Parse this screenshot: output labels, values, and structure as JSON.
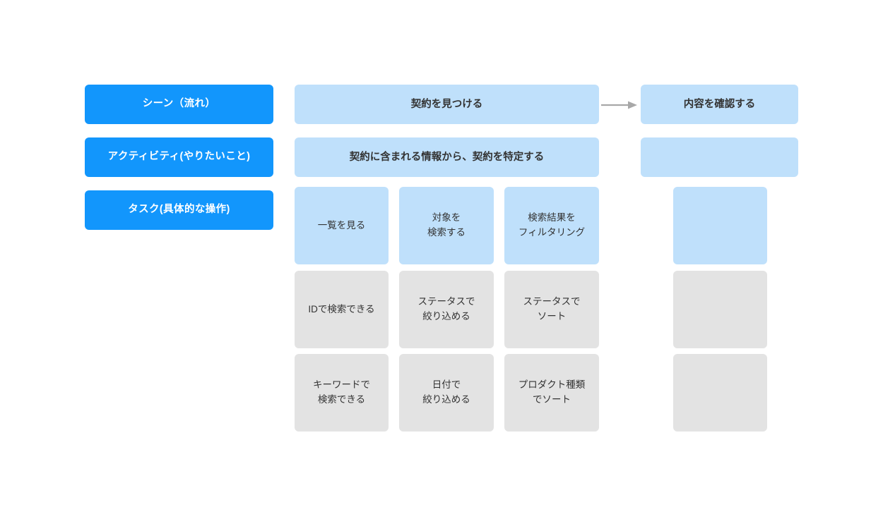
{
  "theme": {
    "background": "#ffffff",
    "label_blue": "#1296fc",
    "card_blue": "#bfe0fb",
    "card_gray": "#e3e3e3",
    "text_dark": "#333333",
    "text_light": "#ffffff",
    "arrow_gray": "#a8a8a8"
  },
  "categories": [
    {
      "label": "シーン（流れ）",
      "name": "scene"
    },
    {
      "label": "アクティビティ(やりたいこと)",
      "name": "activity"
    },
    {
      "label": "タスク(具体的な操作)",
      "name": "task"
    }
  ],
  "scene_row": [
    {
      "label": "契約を見つける",
      "color": "blue"
    },
    {
      "label": "内容を確認する",
      "color": "blue"
    }
  ],
  "activity_row": [
    {
      "label": "契約に含まれる情報から、契約を特定する",
      "color": "blue"
    },
    {
      "label": "",
      "color": "blue"
    }
  ],
  "task_rows": [
    {
      "row": 1,
      "cards": [
        {
          "label": "一覧を見る",
          "color": "blue"
        },
        {
          "label": "対象を\n検索する",
          "color": "blue"
        },
        {
          "label": "検索結果を\nフィルタリング",
          "color": "blue"
        },
        {
          "label": "",
          "color": "blue"
        }
      ]
    },
    {
      "row": 2,
      "cards": [
        {
          "label": "IDで検索できる",
          "color": "gray"
        },
        {
          "label": "ステータスで\n絞り込める",
          "color": "gray"
        },
        {
          "label": "ステータスで\nソート",
          "color": "gray"
        },
        {
          "label": "",
          "color": "gray"
        }
      ]
    },
    {
      "row": 3,
      "cards": [
        {
          "label": "キーワードで\n検索できる",
          "color": "gray"
        },
        {
          "label": "日付で\n絞り込める",
          "color": "gray"
        },
        {
          "label": "プロダクト種類\nでソート",
          "color": "gray"
        },
        {
          "label": "",
          "color": "gray"
        }
      ]
    }
  ],
  "connectors": [
    {
      "name": "scene-flow-arrow",
      "from": "契約を見つける",
      "to": "内容を確認する",
      "style": "arrow-right"
    }
  ]
}
